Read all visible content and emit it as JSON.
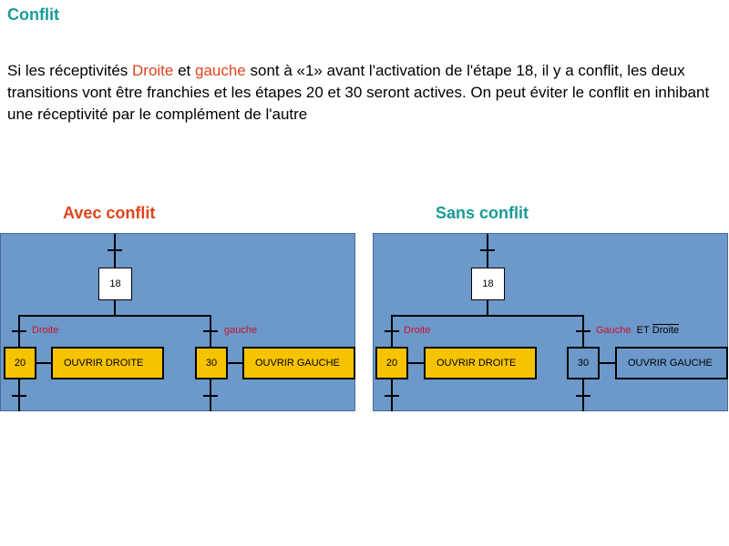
{
  "slide": {
    "title": "Conflit",
    "para_before1": "Si les réceptivités ",
    "word1": "Droite",
    "para_mid": " et ",
    "word2": "gauche",
    "para_after": " sont à «1» avant l'activation de l'étape 18, il y a conflit, les deux transitions vont être franchies et les étapes 20 et 30 seront actives. On peut éviter le conflit en inhibant une réceptivité par le complément de l'autre"
  },
  "left_diagram": {
    "caption": "Avec conflit",
    "step_initial": "18",
    "branch_left": {
      "receptivity": "Droite",
      "step": "20",
      "action": "OUVRIR DROITE",
      "active": true
    },
    "branch_right": {
      "receptivity": "gauche",
      "step": "30",
      "action": "OUVRIR GAUCHE",
      "active": true
    }
  },
  "right_diagram": {
    "caption": "Sans conflit",
    "step_initial": "18",
    "branch_left": {
      "receptivity": "Droite",
      "step": "20",
      "action": "OUVRIR DROITE",
      "active": true
    },
    "branch_right": {
      "receptivity": "Gauche",
      "and_word": "ET",
      "negated": "Droite",
      "step": "30",
      "action": "OUVRIR GAUCHE",
      "active": false
    }
  },
  "colors": {
    "panel": "#6c99c9",
    "active_step": "#f6c300",
    "title_teal": "#1a9a96",
    "highlight_red": "#e0441b",
    "receptivity_red": "#c8102e"
  }
}
